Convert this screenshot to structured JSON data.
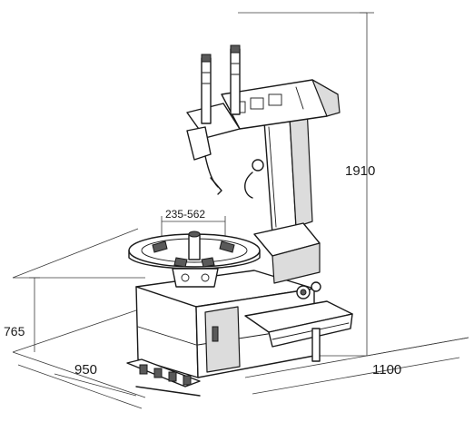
{
  "dimensions": {
    "height_total": "1910",
    "table_height": "765",
    "depth": "950",
    "width": "1100",
    "clamp_range": "235-562"
  }
}
